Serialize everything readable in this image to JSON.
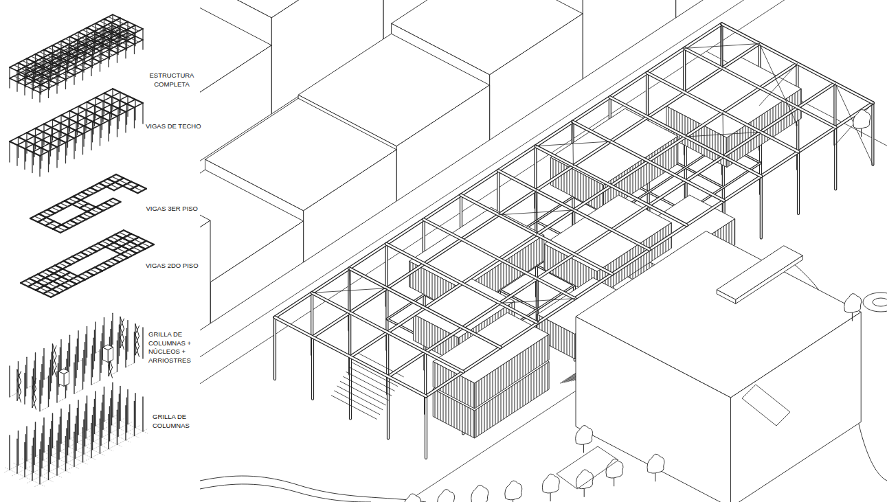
{
  "diagram": {
    "labels": [
      "ESTRUCTURA COMPLETA",
      "VIGAS DE TECHO",
      "VIGAS 3ER PISO",
      "VIGAS 2DO PISO",
      "GRILLA DE COLUMNAS + NÚCLEOS + ARRIOSTRES",
      "GRILLA DE COLUMNAS"
    ]
  }
}
